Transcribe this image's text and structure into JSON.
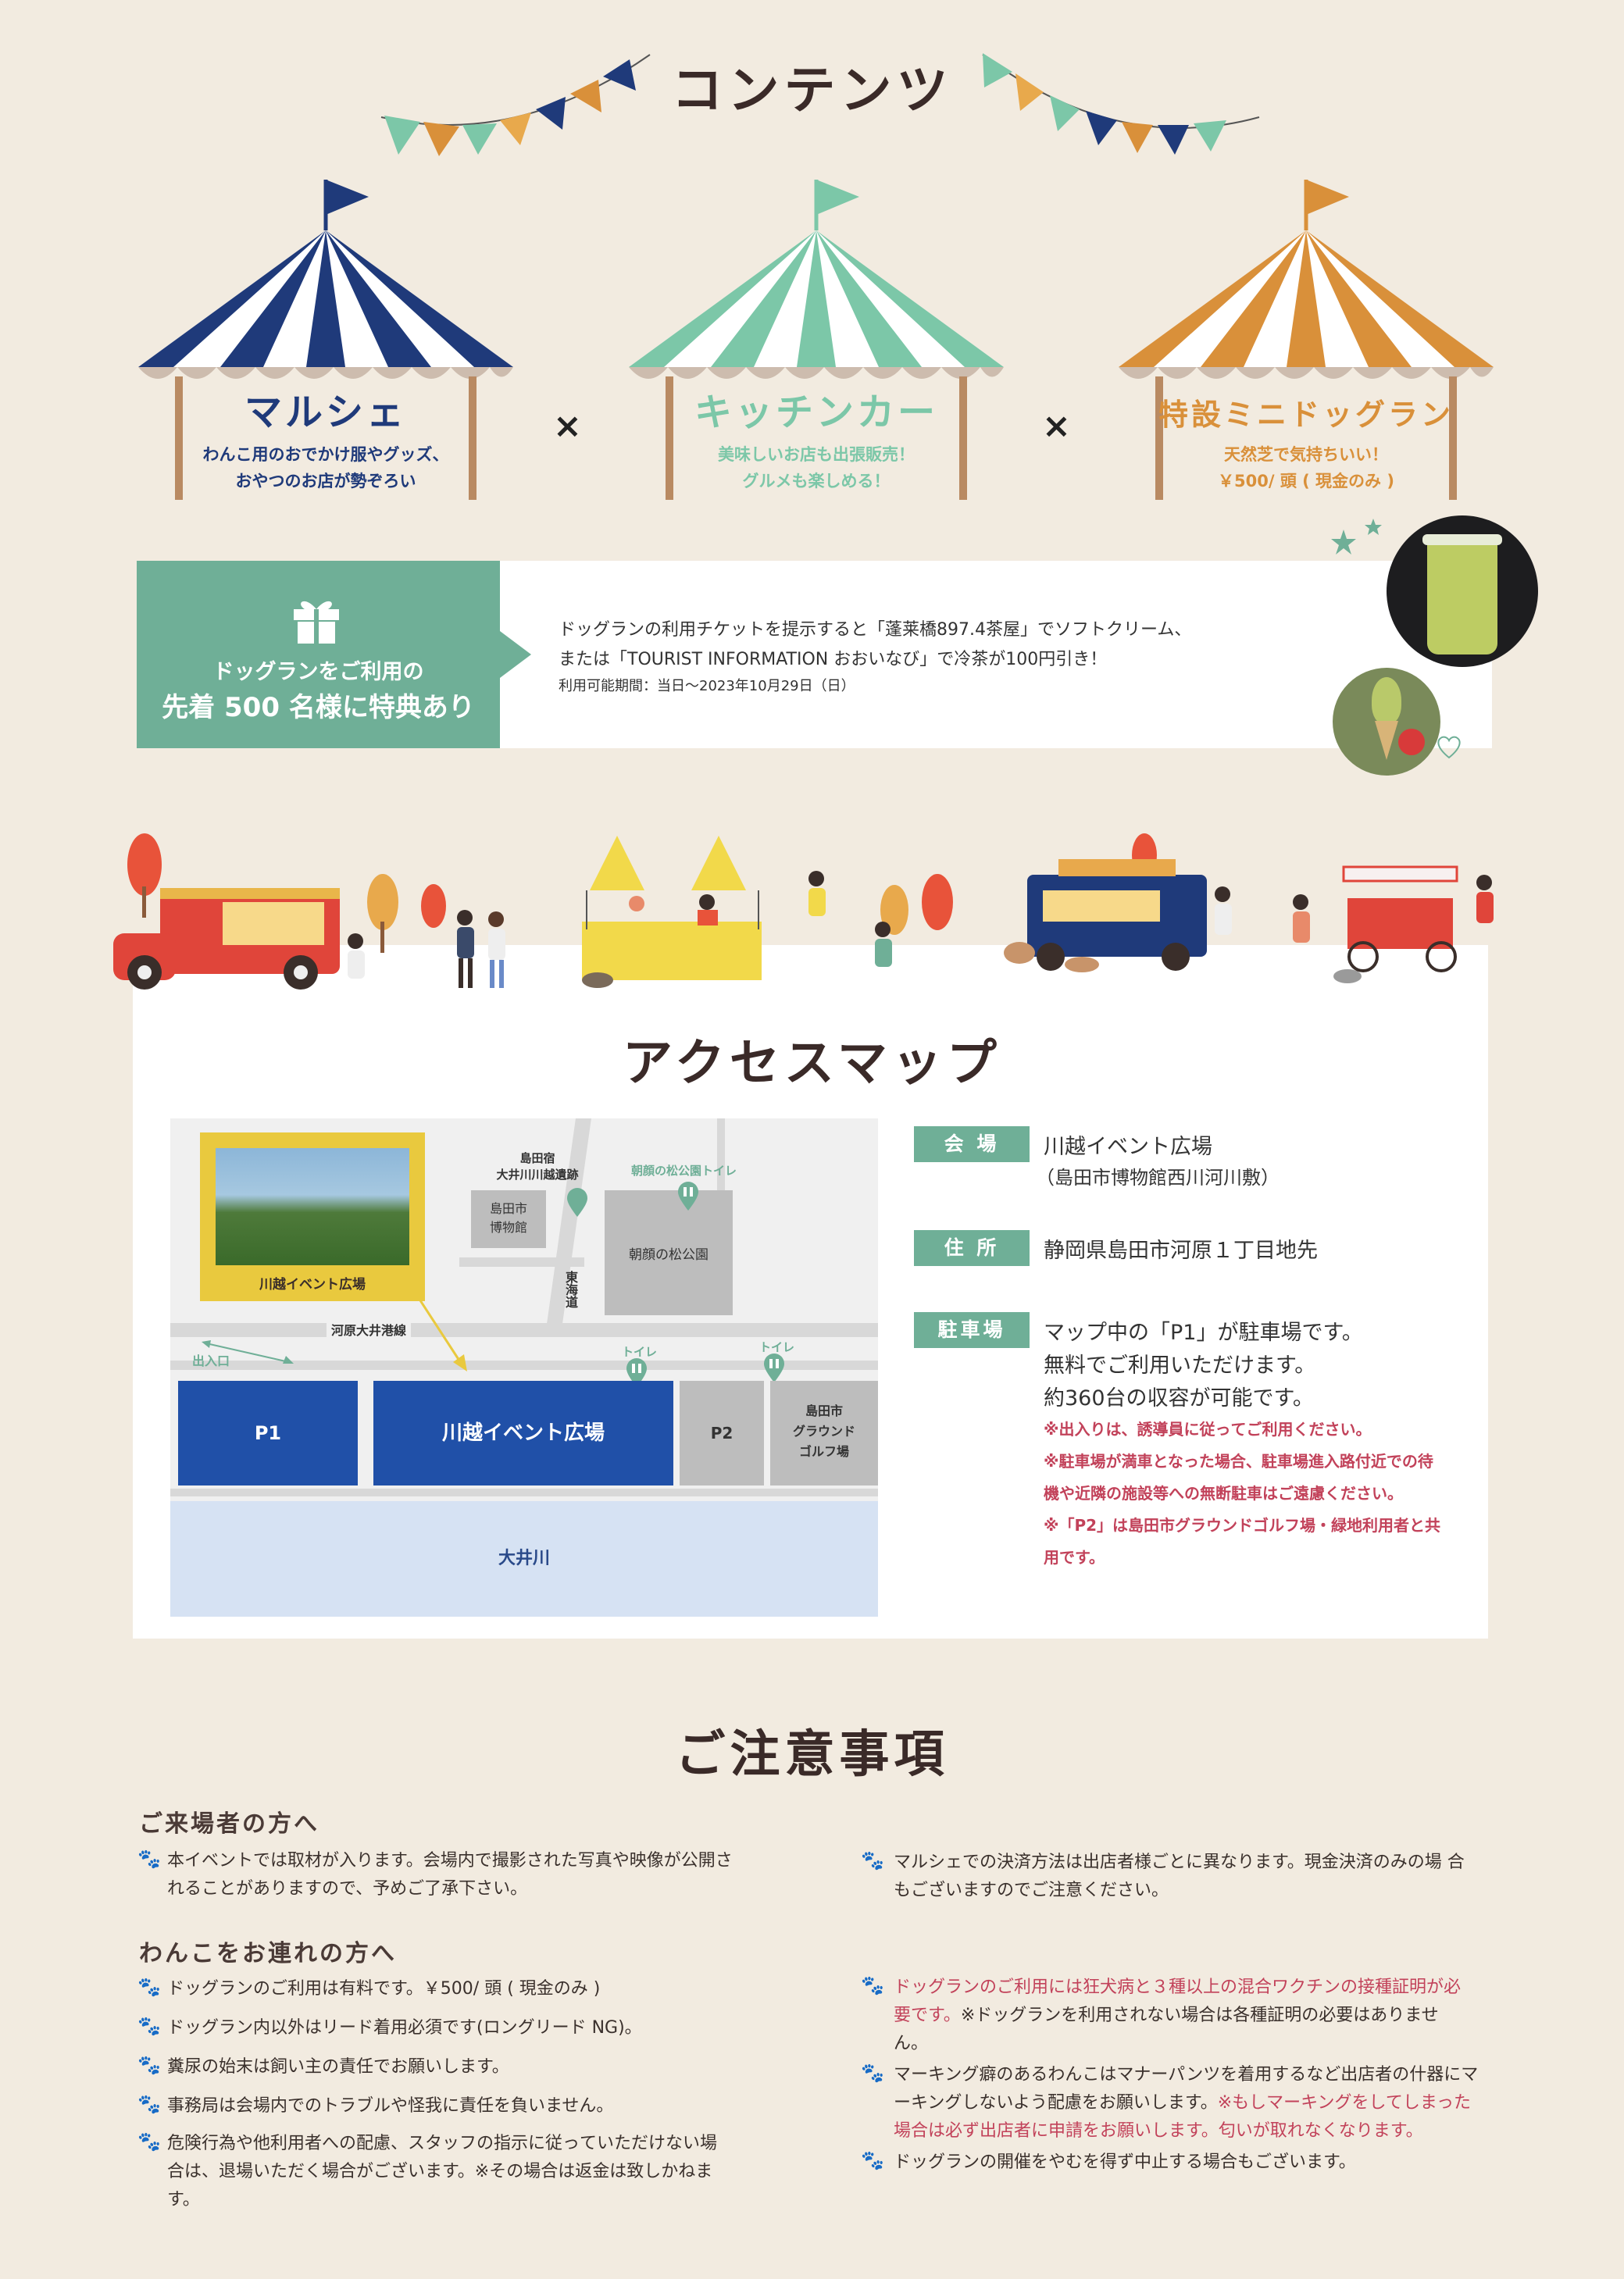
{
  "contents": {
    "title": "コンテンツ",
    "tents": [
      {
        "name": "マルシェ",
        "desc1": "わんこ用のおでかけ服やグッズ、",
        "desc2": "おやつのお店が勢ぞろい",
        "color": "#1f3a7a"
      },
      {
        "name": "キッチンカー",
        "desc1": "美味しいお店も出張販売！",
        "desc2": "グルメも楽しめる！",
        "color": "#7cc7a8"
      },
      {
        "name": "特設ミニドッグラン",
        "desc1": "天然芝で気持ちいい！",
        "desc2": "￥500/ 頭 ( 現金のみ )",
        "color": "#d9903a"
      }
    ],
    "times": "×"
  },
  "banner": {
    "line1": "ドッグランをご利用の",
    "line2": "先着 500 名様に特典あり",
    "text1": "ドッグランの利用チケットを提示すると「蓬莱橋897.4茶屋」でソフトクリーム、",
    "text2": "または「TOURIST INFORMATION おおいなび」で冷茶が100円引き！",
    "text3": "利用可能期間：当日～2023年10月29日（日）"
  },
  "access": {
    "title": "アクセスマップ",
    "map": {
      "photo_caption": "川越イベント広場",
      "museum": "島田市\n博物館",
      "shukuba": "島田宿\n大井川川越遺跡",
      "park_toilet": "朝顔の松公園トイレ",
      "park": "朝顔の松公園",
      "road1": "河原大井港線",
      "road2": "東海道",
      "entrance": "出入口",
      "toilet1": "トイレ",
      "toilet2": "トイレ",
      "p1": "P1",
      "venue": "川越イベント広場",
      "p2": "P2",
      "golf": "島田市\nグラウンド\nゴルフ場",
      "river": "大井川"
    },
    "venue_label": "会 場",
    "venue_val1": "川越イベント広場",
    "venue_val2": "（島田市博物館西川河川敷）",
    "address_label": "住 所",
    "address_val": "静岡県島田市河原１丁目地先",
    "parking_label": "駐車場",
    "parking_val1": "マップ中の「P1」が駐車場です。",
    "parking_val2": "無料でご利用いただけます。",
    "parking_val3": "約360台の収容が可能です。",
    "note1": "※出入りは、誘導員に従ってご利用ください。",
    "note2a": "※駐車場が満車となった場合、駐車場進入路付近での待",
    "note2b": "機や近隣の施設等への無断駐車はご遠慮ください。",
    "note3a": "※「P2」は島田市グラウンドゴルフ場・緑地利用者と共",
    "note3b": "用です。"
  },
  "notices": {
    "title": "ご注意事項",
    "visitors_heading": "ご来場者の方へ",
    "visitors_item1a": "本イベントでは取材が入ります。会場内で撮影された写真や映像が公開さ",
    "visitors_item1b": "れることがありますので、予めご了承下さい。",
    "dog_heading": "わんこをお連れの方へ",
    "dog_items": [
      "ドッグランのご利用は有料です。￥500/ 頭 ( 現金のみ )",
      "ドッグラン内以外はリード着用必須です(ロングリード NG)。",
      "糞尿の始末は飼い主の責任でお願いします。",
      "事務局は会場内でのトラブルや怪我に責任を負いません。"
    ],
    "dog_item5a": "危険行為や他利用者への配慮、スタッフの指示に従っていただけない場",
    "dog_item5b": "合は、退場いただく場合がございます。※その場合は返金は致しかねま",
    "dog_item5c": "す。",
    "right_item1a": "マルシェでの決済方法は出店者様ごとに異なります。現金決済のみの場 合",
    "right_item1b": "もございますのでご注意ください。",
    "right_item2a": "ドッグランのご利用には狂犬病と３種以上の混合ワクチンの接種証明が必",
    "right_item2b_red": "要です。",
    "right_item2b": "※ドッグランを利用されない場合は各種証明の必要はありませ",
    "right_item2c": "ん。",
    "right_item3a": "マーキング癖のあるわんこはマナーパンツを着用するなど出店者の什器にマ",
    "right_item3b": "ーキングしないよう配慮をお願いします。",
    "right_item3b_red": "※もしマーキングをしてしまった",
    "right_item3c_red": "場合は必ず出店者に申請をお願いします。匂いが取れなくなります。",
    "right_item4": "ドッグランの開催をやむを得ず中止する場合もございます。"
  }
}
